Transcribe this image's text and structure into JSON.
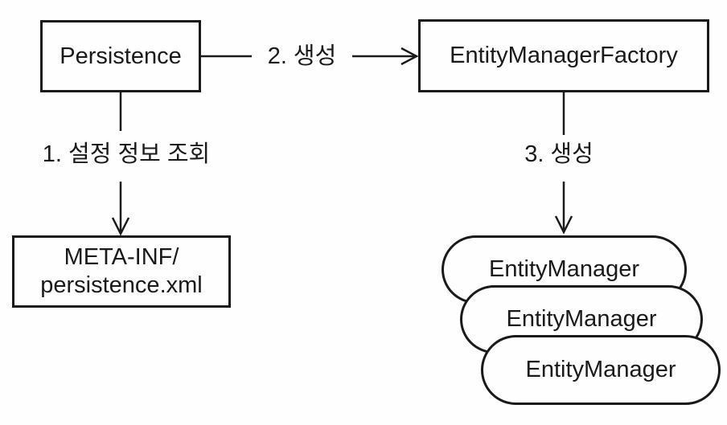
{
  "colors": {
    "background": "#fefefe",
    "line": "#1a1a1a",
    "node_fill": "#fefefe"
  },
  "nodes": {
    "persistence": {
      "label": "Persistence"
    },
    "entity_manager_factory": {
      "label": "EntityManagerFactory"
    },
    "meta_inf": {
      "line1": "META-INF/",
      "line2": "persistence.xml"
    },
    "entity_managers": [
      {
        "label": "EntityManager"
      },
      {
        "label": "EntityManager"
      },
      {
        "label": "EntityManager"
      }
    ]
  },
  "edges": {
    "step1": {
      "label": "1. 설정 정보 조회"
    },
    "step2": {
      "label": "2. 생성"
    },
    "step3": {
      "label": "3. 생성"
    }
  }
}
